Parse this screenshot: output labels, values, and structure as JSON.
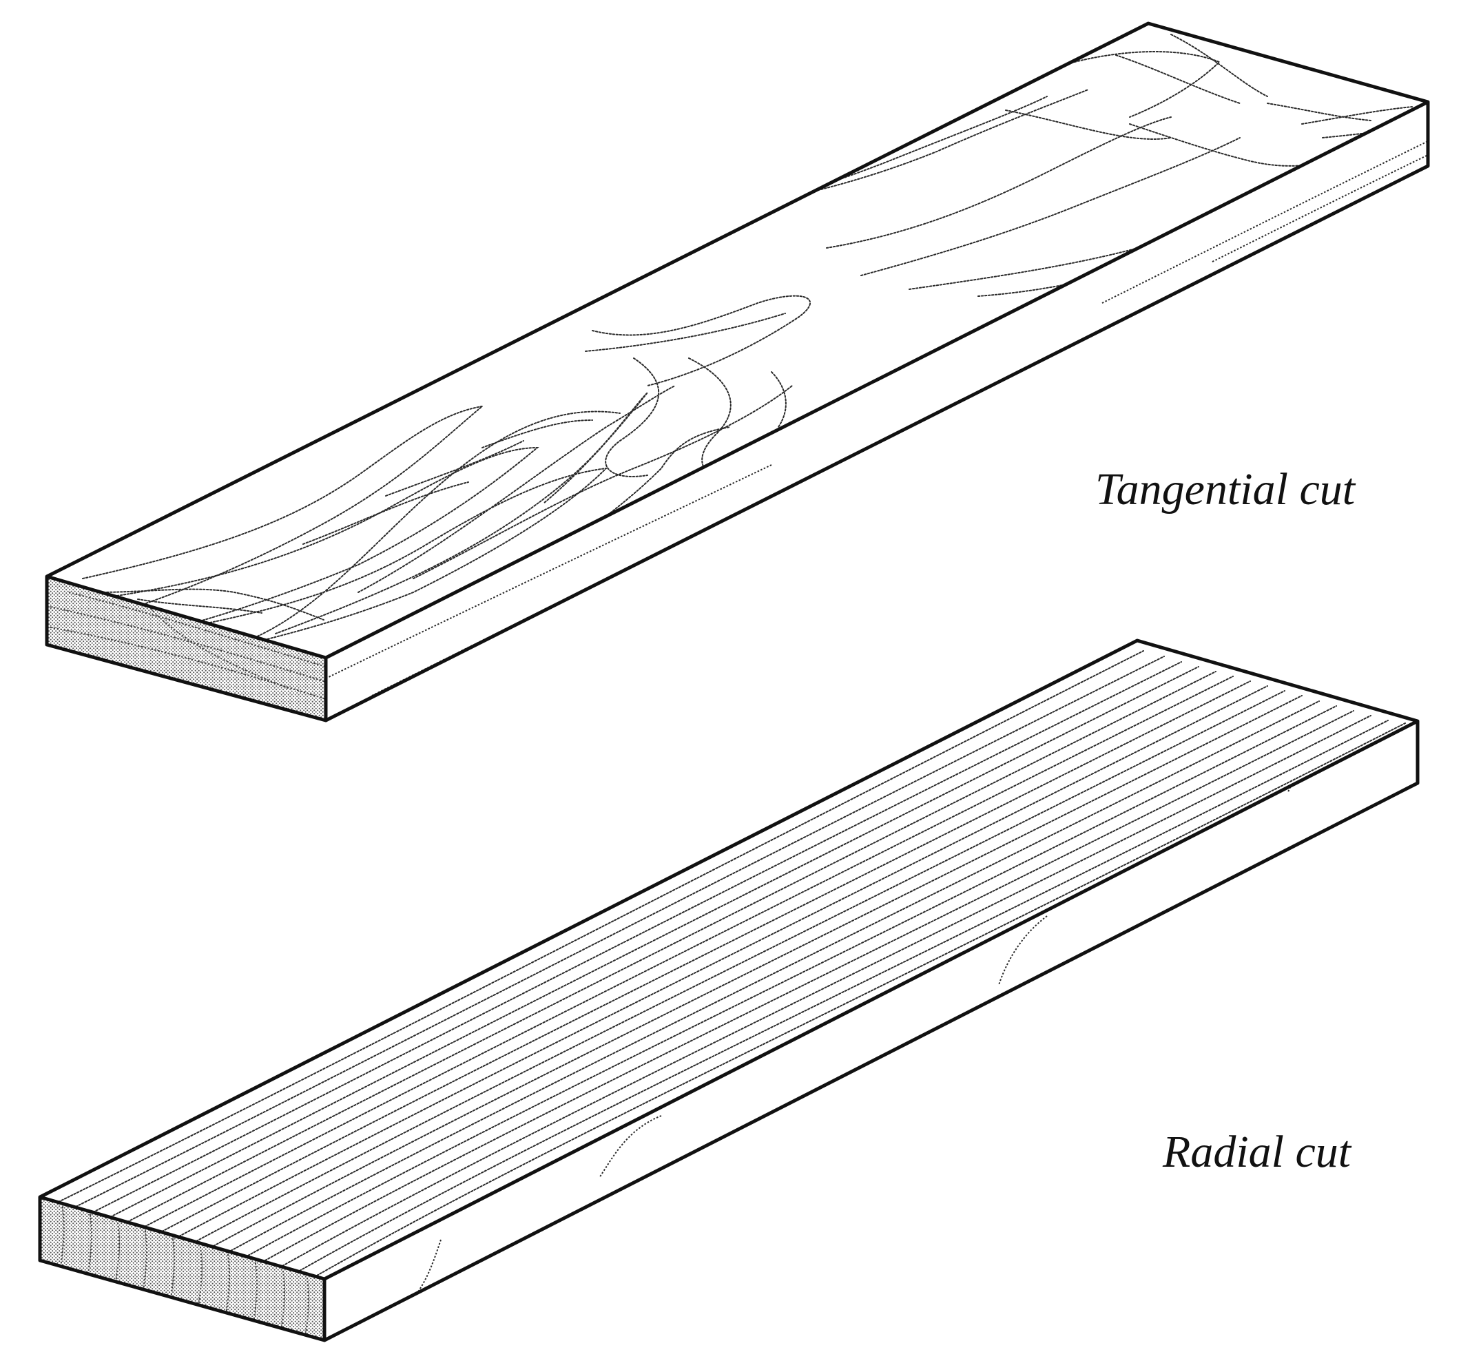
{
  "figure": {
    "boards": [
      {
        "id": "tangential",
        "label": "Tangential cut",
        "grain_pattern": "cathedral"
      },
      {
        "id": "radial",
        "label": "Radial cut",
        "grain_pattern": "straight"
      }
    ],
    "colors": {
      "outline": "#111111",
      "grain": "#2a2a2a",
      "end_grain_fill": "#a9a9a9",
      "background": "#ffffff"
    }
  }
}
